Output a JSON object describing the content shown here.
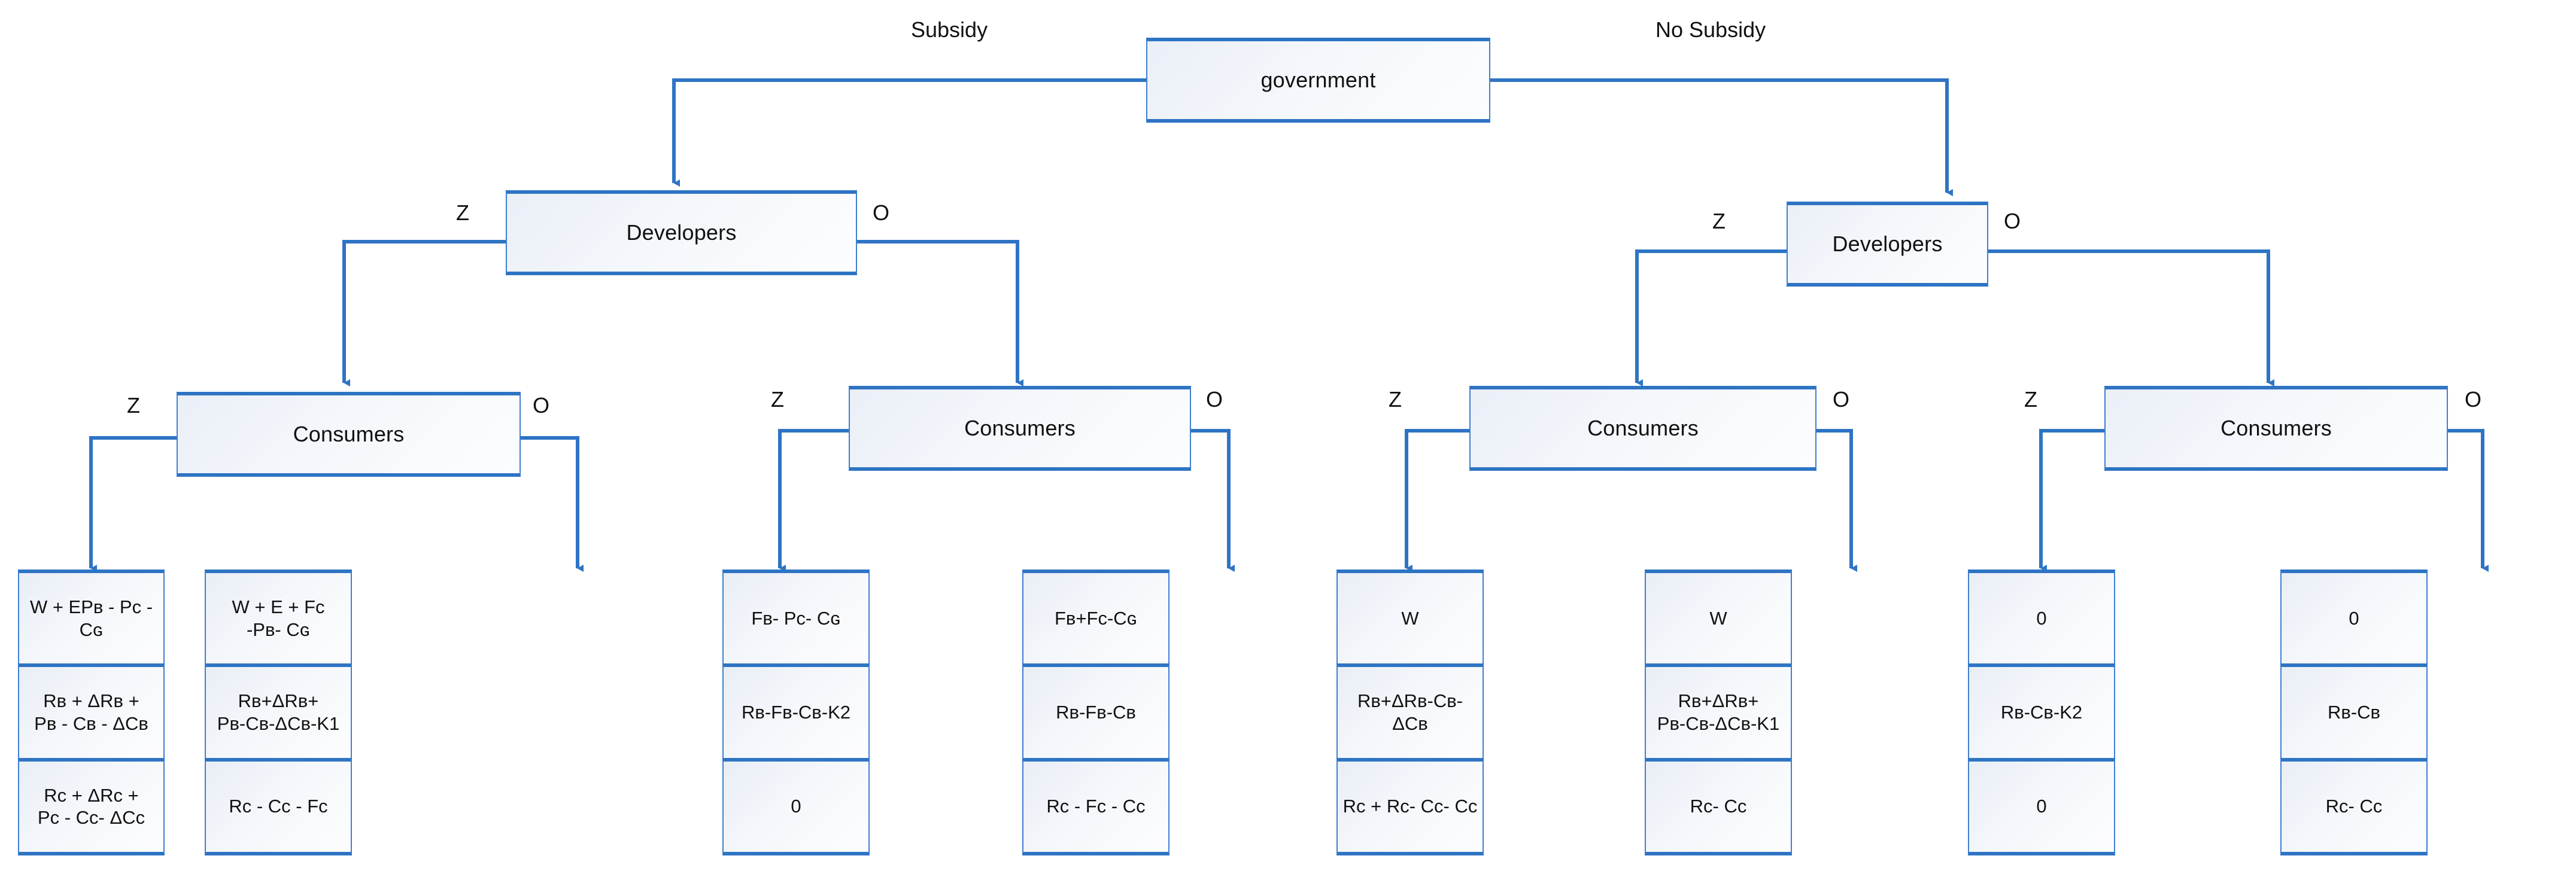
{
  "diagram": {
    "title": "Government subsidy game tree",
    "colors": {
      "edge": "#2e74c4",
      "box_border": "#3f7fd0",
      "box_fill_start": "#eaeff7",
      "box_fill_end": "#fcfdfe",
      "text": "#111111"
    }
  },
  "nodes": {
    "root": {
      "label": "government"
    },
    "developers_left": {
      "label": "Developers"
    },
    "developers_right": {
      "label": "Developers"
    },
    "consumers_1": {
      "label": "Consumers"
    },
    "consumers_2": {
      "label": "Consumers"
    },
    "consumers_3": {
      "label": "Consumers"
    },
    "consumers_4": {
      "label": "Consumers"
    }
  },
  "edge_labels": {
    "root_left": "Subsidy",
    "root_right": "No Subsidy",
    "dev_left_z": "Z",
    "dev_left_o": "O",
    "dev_right_z": "Z",
    "dev_right_o": "O",
    "cons1_z": "Z",
    "cons1_o": "O",
    "cons2_z": "Z",
    "cons2_o": "O",
    "cons3_z": "Z",
    "cons3_o": "O",
    "cons4_z": "Z",
    "cons4_o": "O"
  },
  "payoffs": [
    {
      "id": "payoff-1",
      "government": "W + EPʙ - Pᴄ - Cɢ",
      "developer": "Rʙ + ΔRʙ +\nPʙ - Cʙ - ΔCʙ",
      "consumer": "Rᴄ + ΔRᴄ +\nPᴄ - Cᴄ- ΔCᴄ"
    },
    {
      "id": "payoff-2",
      "government": "W + E + Fᴄ\n-Pʙ- Cɢ",
      "developer": "Rʙ+ΔRʙ+\nPʙ-Cʙ-ΔCʙ-K1",
      "consumer": "Rᴄ - Cᴄ - Fᴄ"
    },
    {
      "id": "payoff-3",
      "government": "Fʙ- Pᴄ- Cɢ",
      "developer": "Rʙ-Fʙ-Cʙ-K2",
      "consumer": "0"
    },
    {
      "id": "payoff-4",
      "government": "Fʙ+Fᴄ-Cɢ",
      "developer": "Rʙ-Fʙ-Cʙ",
      "consumer": "Rᴄ - Fᴄ - Cᴄ"
    },
    {
      "id": "payoff-5",
      "government": "W",
      "developer": "Rʙ+ΔRʙ-Cʙ-ΔCʙ",
      "consumer": "Rᴄ + Rᴄ- Cᴄ- Cᴄ"
    },
    {
      "id": "payoff-6",
      "government": "W",
      "developer": "Rʙ+ΔRʙ+\nPʙ-Cʙ-ΔCʙ-K1",
      "consumer": "Rᴄ- Cᴄ"
    },
    {
      "id": "payoff-7",
      "government": "0",
      "developer": "Rʙ-Cʙ-K2",
      "consumer": "0"
    },
    {
      "id": "payoff-8",
      "government": "0",
      "developer": "Rʙ-Cʙ",
      "consumer": "Rᴄ- Cᴄ"
    }
  ]
}
